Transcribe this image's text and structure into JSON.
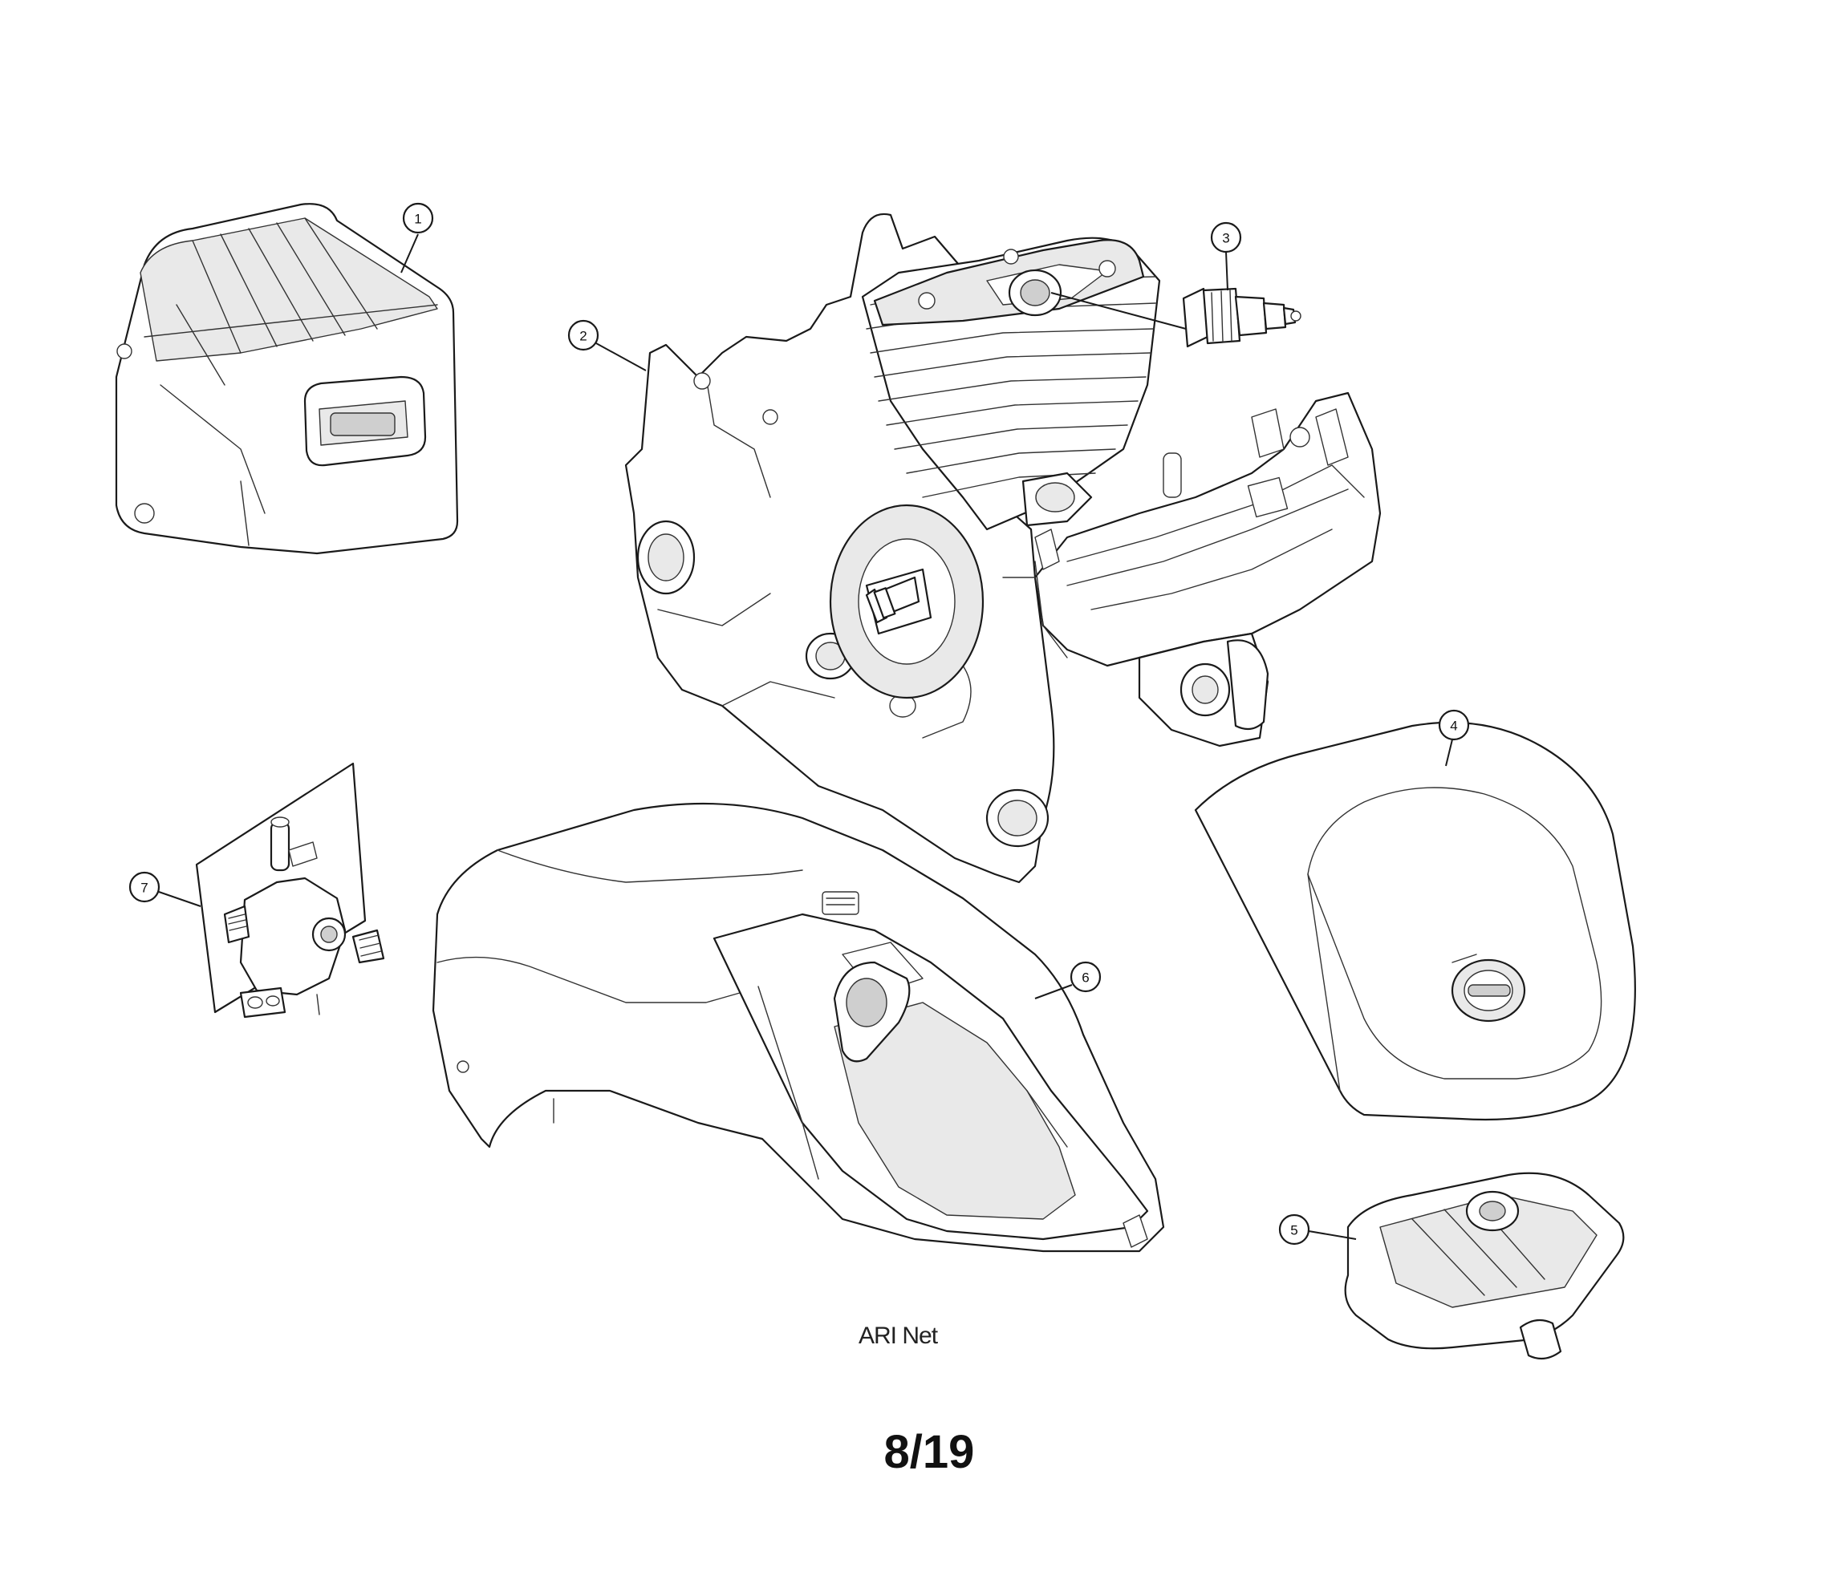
{
  "callouts": [
    {
      "number": "1",
      "part_icon": "muffler-icon"
    },
    {
      "number": "2",
      "part_icon": "crankcase-cylinder-icon"
    },
    {
      "number": "3",
      "part_icon": "spark-plug-icon"
    },
    {
      "number": "4",
      "part_icon": "air-filter-cover-icon"
    },
    {
      "number": "5",
      "part_icon": "air-filter-icon"
    },
    {
      "number": "6",
      "part_icon": "top-housing-icon"
    },
    {
      "number": "7",
      "part_icon": "carburetor-icon"
    }
  ],
  "watermark": "ARI Net",
  "page_number": "8/19"
}
